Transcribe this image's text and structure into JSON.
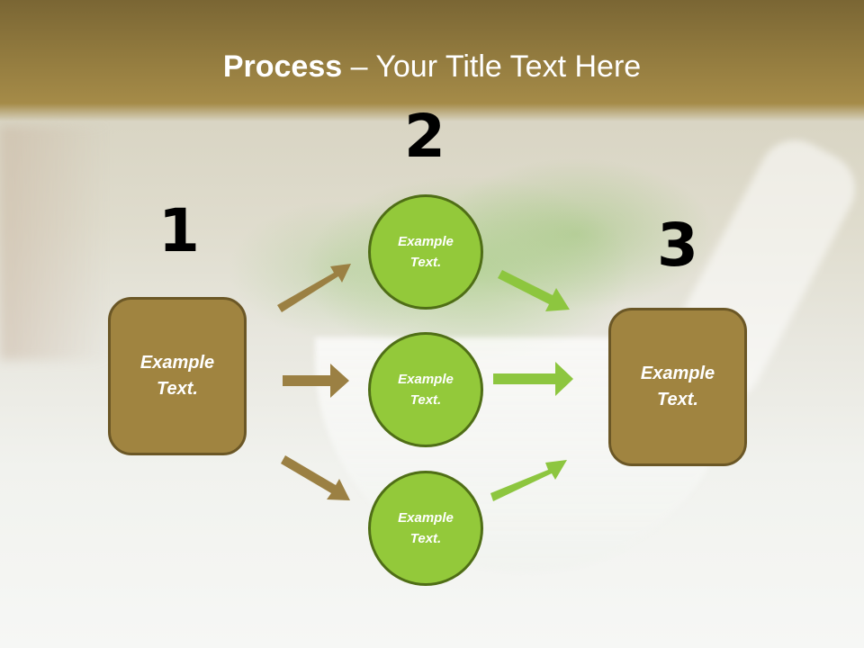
{
  "slide": {
    "title_bold": "Process",
    "title_rest": " – Your Title Text Here",
    "colors": {
      "header": "#8f783d",
      "box_fill": "#a08440",
      "box_border": "#6b5726",
      "circle_fill": "#93c93a",
      "circle_border": "#4f6e16",
      "arrow_brown": "#9b8043",
      "arrow_green": "#8dc63f"
    }
  },
  "steps": [
    {
      "number": "1",
      "label": "Example\nText."
    },
    {
      "number": "2",
      "items": [
        {
          "label": "Example\nText."
        },
        {
          "label": "Example\nText."
        },
        {
          "label": "Example\nText."
        }
      ]
    },
    {
      "number": "3",
      "label": "Example\nText."
    }
  ]
}
